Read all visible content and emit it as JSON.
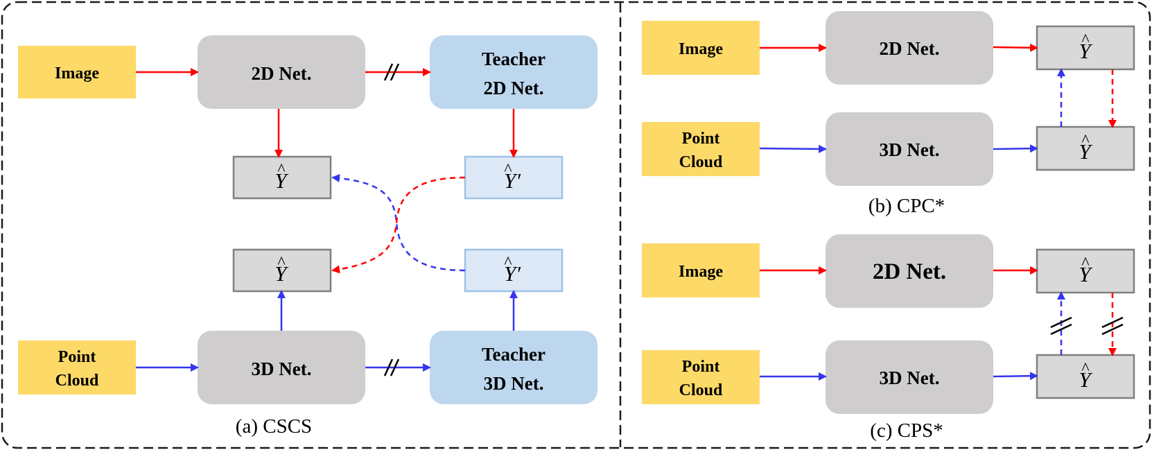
{
  "inputs": {
    "image": "Image",
    "point_line1": "Point",
    "point_line2": "Cloud"
  },
  "nets": {
    "net2d": "2D Net.",
    "net3d": "3D Net.",
    "teacher": "Teacher",
    "teacher2d": "2D Net.",
    "teacher3d": "3D Net."
  },
  "outputs": {
    "y": "Y",
    "y_hat": "^",
    "y_prime": "Y′"
  },
  "captions": {
    "a": "(a) CSCS",
    "b": "(b) CPC*",
    "c": "(c) CPS*"
  },
  "colors": {
    "input_fill": "#fdd968",
    "net_fill": "#cfcdcd",
    "teacher_fill": "#bdd7ee",
    "pred_fill": "#d9d9d9",
    "pred_stroke": "#7f7f7f",
    "teacher_pred_fill": "#dde9f6",
    "teacher_pred_stroke": "#9dc3e6",
    "arrow_red": "#ff0000",
    "arrow_blue": "#3535f0",
    "border": "#1a1a1a"
  }
}
